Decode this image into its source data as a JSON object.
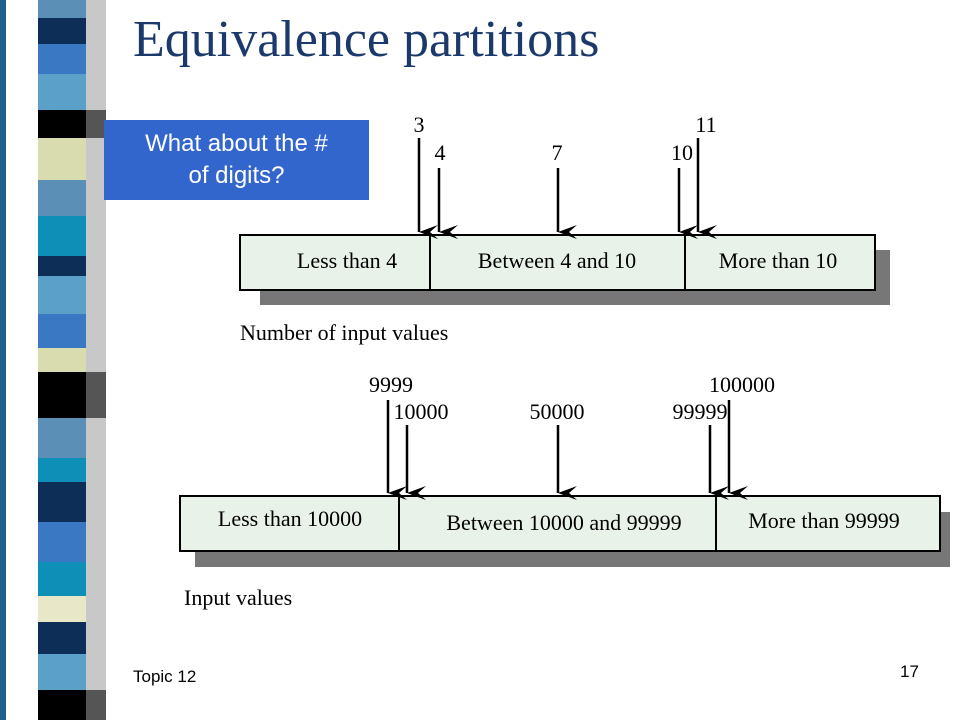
{
  "slide": {
    "title": "Equivalence partitions",
    "callout": {
      "line1": "What about the #",
      "line2": "of digits?"
    },
    "footer_left": "Topic 12",
    "page_number": "17"
  },
  "diagram1": {
    "caption": "Number of input values",
    "partitions": [
      "Less than 4",
      "Between 4 and 10",
      "More than 10"
    ],
    "boundary_labels": [
      "3",
      "4",
      "7",
      "10",
      "11"
    ]
  },
  "diagram2": {
    "caption": "Input values",
    "partitions": [
      "Less than 10000",
      "Between 10000 and 99999",
      "More than 99999"
    ],
    "boundary_labels": [
      "9999",
      "10000",
      "50000",
      "99999",
      "100000"
    ]
  },
  "colors": {
    "title": "#1b3a6b",
    "callout_bg": "#3366cc",
    "box_fill": "#e9f2e9",
    "box_shadow": "#777777",
    "stripe_palette": [
      "#1f5f8b",
      "#5aa0c8",
      "#0d2f57",
      "#3b78c4",
      "#d8dcae",
      "#000000",
      "#0d8fb8",
      "#e8e8c8",
      "#5b8fb5"
    ]
  }
}
